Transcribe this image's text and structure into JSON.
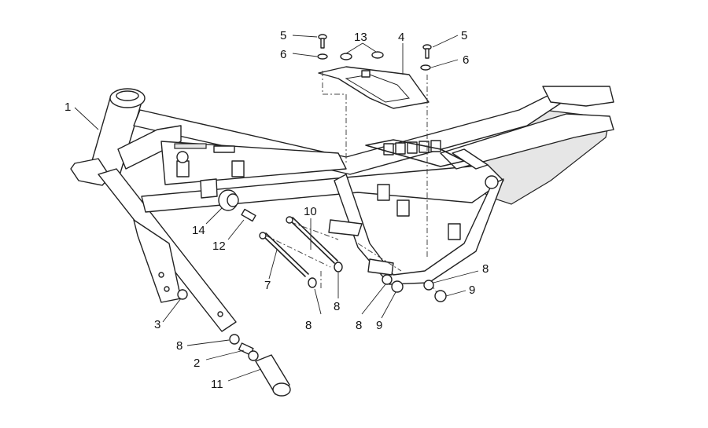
{
  "callouts": [
    {
      "id": "c1",
      "label": "1"
    },
    {
      "id": "c2",
      "label": "2"
    },
    {
      "id": "c3",
      "label": "3"
    },
    {
      "id": "c4",
      "label": "4"
    },
    {
      "id": "c5a",
      "label": "5"
    },
    {
      "id": "c5b",
      "label": "5"
    },
    {
      "id": "c6a",
      "label": "6"
    },
    {
      "id": "c6b",
      "label": "6"
    },
    {
      "id": "c7",
      "label": "7"
    },
    {
      "id": "c8a",
      "label": "8"
    },
    {
      "id": "c8b",
      "label": "8"
    },
    {
      "id": "c8c",
      "label": "8"
    },
    {
      "id": "c8d",
      "label": "8"
    },
    {
      "id": "c8e",
      "label": "8"
    },
    {
      "id": "c9a",
      "label": "9"
    },
    {
      "id": "c9b",
      "label": "9"
    },
    {
      "id": "c10",
      "label": "10"
    },
    {
      "id": "c11",
      "label": "11"
    },
    {
      "id": "c12",
      "label": "12"
    },
    {
      "id": "c13",
      "label": "13"
    },
    {
      "id": "c14",
      "label": "14"
    }
  ]
}
